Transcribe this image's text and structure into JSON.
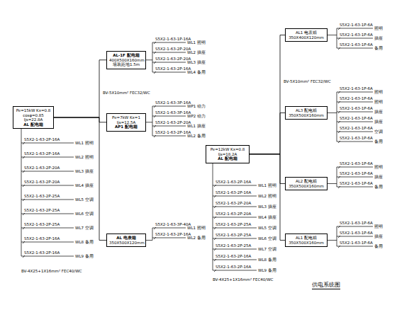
{
  "diagram": {
    "caption": "供电系统图",
    "nodes": [
      {
        "text": [
          "Pe=15kW Kx=0.8 cosφ=0.85 Ijs=22.8A",
          "AL 配电箱"
        ]
      },
      {
        "text": [
          "AL-1F 配电箱",
          "400X500X160mm 墙装距地1.5m"
        ]
      },
      {
        "text": [
          "Pe=7kW Kx=1 Ijs=12.5A",
          "AP1 配电箱"
        ]
      },
      {
        "text": [
          "AL 电表箱",
          "350X500X120mm"
        ]
      },
      {
        "text": [
          "Pe=12kW Kx=0.8 Ijs=18.2A",
          "AL 配电箱"
        ]
      },
      {
        "text": [
          "AL1 电表箱 350X400X120mm"
        ]
      },
      {
        "text": [
          "AL3 配电箱 350X500X160mm"
        ]
      },
      {
        "text": [
          "AL2 配电箱 350X500X160mm"
        ]
      },
      {
        "text": [
          "AL1 配电箱 350X500X160mm"
        ]
      }
    ],
    "edges": [
      {
        "from": 0,
        "to": 1,
        "arrow": "none"
      },
      {
        "from": 0,
        "to": 2,
        "arrow": "none"
      },
      {
        "from": 0,
        "to": 3,
        "arrow": "none"
      },
      {
        "from": 4,
        "to": 5,
        "arrow": "none"
      },
      {
        "from": 4,
        "to": 6,
        "arrow": "none"
      },
      {
        "from": 4,
        "to": 7,
        "arrow": "none"
      },
      {
        "from": 4,
        "to": 8,
        "arrow": "none"
      }
    ],
    "labels": [
      "S5X2-1-63-2P-16A",
      "WL1 照明",
      "S5X2-1-63-2P-16A",
      "WL2 照明",
      "S5X2-1-63-2P-20A",
      "WL3 插座",
      "S5X2-1-63-2P-20A",
      "WL4 插座",
      "S5X2-1-63-2P-25A",
      "WL5 空调",
      "S5X2-1-63-2P-25A",
      "WL6 空调",
      "S5X2-1-63-2P-25A",
      "WL7 空调",
      "S5X2-1-63-2P-16A",
      "WL8 备用",
      "S5X2-1-63-2P-16A",
      "WL9 备用",
      "S5X2-1-63-1P-16A",
      "WL1 照明",
      "S5X2-1-63-2P-20A",
      "WL2 插座",
      "S5X2-1-63-2P-20A",
      "WL3 插座",
      "S5X2-1-63-2P-16A",
      "WL4 备用",
      "S5X2-1-63-3P-16A",
      "WP1 动力",
      "S5X2-1-63-3P-16A",
      "WP2 动力",
      "S5X2-1-63-2P-20A",
      "WL1 插座",
      "S5X2-1-63-2P-16A",
      "WL2 备用",
      "S5X2-1-63-3P-40A",
      "WL1 照明",
      "S5X2-1-63-2P-16A",
      "WL2 备用",
      "S5X2-1-63-2P-16A",
      "WL1 照明",
      "S5X2-1-63-2P-16A",
      "WL2 照明",
      "S5X2-1-63-2P-20A",
      "WL3 插座",
      "S5X2-1-63-2P-20A",
      "WL4 插座",
      "S5X2-1-63-2P-25A",
      "WL5 空调",
      "S5X2-1-63-2P-25A",
      "WL6 空调",
      "S5X2-1-63-2P-25A",
      "WL7 空调",
      "S5X2-1-63-2P-16A",
      "WL8 备用",
      "S5X2-1-63-2P-16A",
      "WL9 备用",
      "S5X2-1-63-1P-6A",
      "照明",
      "S5X2-1-63-1P-6A",
      "插座",
      "S5X2-1-63-1P-6A",
      "备用",
      "S5X2-1-63-1P-6A",
      "照明",
      "S5X2-1-63-1P-6A",
      "照明",
      "S5X2-1-63-1P-6A",
      "插座",
      "S5X2-1-63-1P-6A",
      "插座",
      "S5X2-1-63-1P-6A",
      "空调",
      "S5X2-1-63-1P-6A",
      "备用",
      "S5X2-1-63-1P-6A",
      "照明",
      "S5X2-1-63-1P-6A",
      "插座",
      "S5X2-1-63-1P-6A",
      "备用",
      "S5X2-1-63-1P-6A",
      "照明",
      "S5X2-1-63-1P-6A",
      "插座",
      "S5X2-1-63-1P-6A",
      "备用",
      "BV-4X25+1X16mm² FEC40/WC",
      "BV-5X10mm² FEC32/WC",
      "BV-4X25+1X16mm² FEC40/WC",
      "BV-5X10mm² FEC32/WC"
    ]
  }
}
